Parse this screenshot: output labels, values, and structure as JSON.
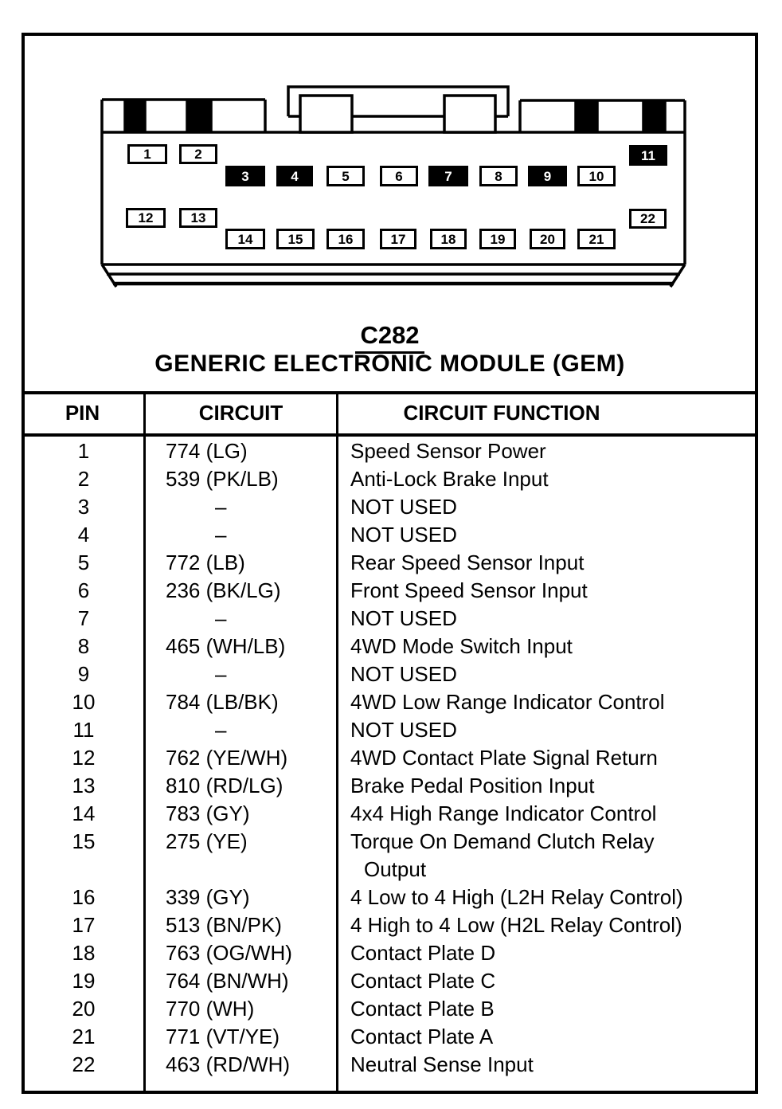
{
  "page": {
    "connector_label": "C282",
    "connector_name": "GENERIC ELECTRONIC MODULE (GEM)"
  },
  "connector": {
    "pins": [
      {
        "pin": "1",
        "filled": false
      },
      {
        "pin": "2",
        "filled": false
      },
      {
        "pin": "3",
        "filled": true
      },
      {
        "pin": "4",
        "filled": true
      },
      {
        "pin": "5",
        "filled": false
      },
      {
        "pin": "6",
        "filled": false
      },
      {
        "pin": "7",
        "filled": true
      },
      {
        "pin": "8",
        "filled": false
      },
      {
        "pin": "9",
        "filled": true
      },
      {
        "pin": "10",
        "filled": false
      },
      {
        "pin": "11",
        "filled": true
      },
      {
        "pin": "12",
        "filled": false
      },
      {
        "pin": "13",
        "filled": false
      },
      {
        "pin": "14",
        "filled": false
      },
      {
        "pin": "15",
        "filled": false
      },
      {
        "pin": "16",
        "filled": false
      },
      {
        "pin": "17",
        "filled": false
      },
      {
        "pin": "18",
        "filled": false
      },
      {
        "pin": "19",
        "filled": false
      },
      {
        "pin": "20",
        "filled": false
      },
      {
        "pin": "21",
        "filled": false
      },
      {
        "pin": "22",
        "filled": false
      }
    ]
  },
  "table": {
    "columns": [
      "PIN",
      "CIRCUIT",
      "CIRCUIT FUNCTION"
    ],
    "rows": [
      {
        "pin": "1",
        "circuit": "774 (LG)",
        "function": "Speed Sensor Power"
      },
      {
        "pin": "2",
        "circuit": "539 (PK/LB)",
        "function": "Anti-Lock Brake Input"
      },
      {
        "pin": "3",
        "circuit": "–",
        "function": "NOT USED"
      },
      {
        "pin": "4",
        "circuit": "–",
        "function": "NOT USED"
      },
      {
        "pin": "5",
        "circuit": "772 (LB)",
        "function": "Rear Speed Sensor Input"
      },
      {
        "pin": "6",
        "circuit": "236 (BK/LG)",
        "function": "Front Speed Sensor Input"
      },
      {
        "pin": "7",
        "circuit": "–",
        "function": "NOT USED"
      },
      {
        "pin": "8",
        "circuit": "465 (WH/LB)",
        "function": "4WD Mode Switch Input"
      },
      {
        "pin": "9",
        "circuit": "–",
        "function": "NOT USED"
      },
      {
        "pin": "10",
        "circuit": "784 (LB/BK)",
        "function": "4WD Low Range Indicator Control"
      },
      {
        "pin": "11",
        "circuit": "–",
        "function": "NOT USED"
      },
      {
        "pin": "12",
        "circuit": "762 (YE/WH)",
        "function": "4WD Contact Plate Signal Return"
      },
      {
        "pin": "13",
        "circuit": "810 (RD/LG)",
        "function": "Brake Pedal Position Input"
      },
      {
        "pin": "14",
        "circuit": "783 (GY)",
        "function": "4x4 High Range Indicator Control"
      },
      {
        "pin": "15",
        "circuit": "275 (YE)",
        "function": "Torque On Demand Clutch Relay",
        "function2": "Output"
      },
      {
        "pin": "16",
        "circuit": "339 (GY)",
        "function": "4 Low to 4 High (L2H Relay Control)"
      },
      {
        "pin": "17",
        "circuit": "513 (BN/PK)",
        "function": "4 High to 4 Low (H2L Relay Control)"
      },
      {
        "pin": "18",
        "circuit": "763 (OG/WH)",
        "function": "Contact Plate D"
      },
      {
        "pin": "19",
        "circuit": "764 (BN/WH)",
        "function": "Contact Plate C"
      },
      {
        "pin": "20",
        "circuit": "770 (WH)",
        "function": "Contact Plate B"
      },
      {
        "pin": "21",
        "circuit": "771 (VT/YE)",
        "function": "Contact Plate A"
      },
      {
        "pin": "22",
        "circuit": "463 (RD/WH)",
        "function": "Neutral Sense Input"
      }
    ]
  },
  "colors": {
    "ink": "#000000",
    "paper": "#ffffff"
  }
}
